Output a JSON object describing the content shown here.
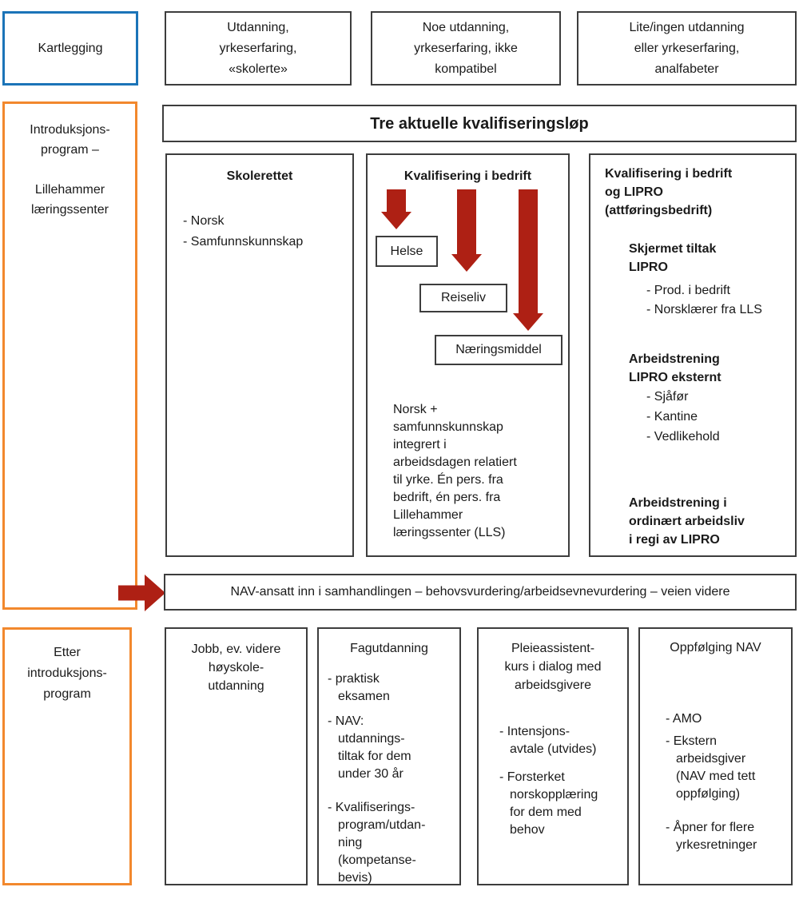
{
  "colors": {
    "blue": "#1B74B8",
    "orange": "#F2882D",
    "red": "#AE2014",
    "border": "#3D3D3D",
    "text": "#1A1A1A",
    "background": "#FFFFFF"
  },
  "icons": {
    "down_arrow": "down-arrow",
    "right_arrow": "right-arrow"
  },
  "left_rail": {
    "kartlegging": "Kartlegging",
    "introduksjonsprogram": "Introduksjons-\nprogram –\n\nLillehammer\nlæringssenter",
    "etter_introduksjonsprogram": "Etter\nintroduksjons-\nprogram"
  },
  "top_row": {
    "box1": "Utdanning,\nyrkeserfaring,\n«skolerte»",
    "box2": "Noe utdanning,\nyrkeserfaring, ikke\nkompatibel",
    "box3": "Lite/ingen utdanning\neller yrkeserfaring,\nanalfabeter"
  },
  "header": {
    "title": "Tre aktuelle kvalifiseringsløp"
  },
  "col_skolerettet": {
    "title": "Skolerettet",
    "items": [
      "- Norsk",
      "- Samfunnskunnskap"
    ]
  },
  "col_bedrift": {
    "title": "Kvalifisering i bedrift",
    "tracks": {
      "helse": "Helse",
      "reiseliv": "Reiseliv",
      "naeringsmiddel": "Næringsmiddel"
    },
    "note": "Norsk +\nsamfunnskunnskap\nintegrert i\narbeidsdagen relatiert\ntil yrke. Én pers. fra\nbedrift, én pers. fra\nLillehammer\nlæringssenter (LLS)"
  },
  "col_lipro": {
    "title": "Kvalifisering i bedrift\nog LIPRO\n(attføringsbedrift)",
    "skjermet_title": "Skjermet tiltak\nLIPRO",
    "skjermet_items": [
      "- Prod. i bedrift",
      "- Norsklærer fra LLS"
    ],
    "eksternt_title": "Arbeidstrening\nLIPRO eksternt",
    "eksternt_items": [
      "- Sjåfør",
      "- Kantine",
      "- Vedlikehold"
    ],
    "ordinaert": "Arbeidstrening i\nordinært arbeidsliv\ni regi av LIPRO"
  },
  "nav_band": {
    "text": "NAV-ansatt inn i samhandlingen – behovsvurdering/arbeidsevnevurdering – veien videre"
  },
  "bottom_row": {
    "jobb": {
      "title": "Jobb, ev. videre\nhøyskole-\nutdanning"
    },
    "fagutdanning": {
      "title": "Fagutdanning",
      "bullets": [
        "- praktisk\neksamen",
        "- NAV:\nutdannings-\ntiltak for dem\nunder 30 år",
        "- Kvalifiserings-\nprogram/utdan-\nning\n(kompetanse-\nbevis)"
      ]
    },
    "pleieassistent": {
      "title": "Pleieassistent-\nkurs i dialog med\narbeidsgivere",
      "bullets": [
        "- Intensjons-\navtale (utvides)",
        "- Forsterket\nnorskopplæring\nfor dem med\nbehov"
      ]
    },
    "oppfolging": {
      "title": "Oppfølging NAV",
      "bullets": [
        "- AMO",
        "- Ekstern\narbeidsgiver\n(NAV med tett\noppfølging)",
        "- Åpner for flere\nyrkesretninger"
      ]
    }
  }
}
